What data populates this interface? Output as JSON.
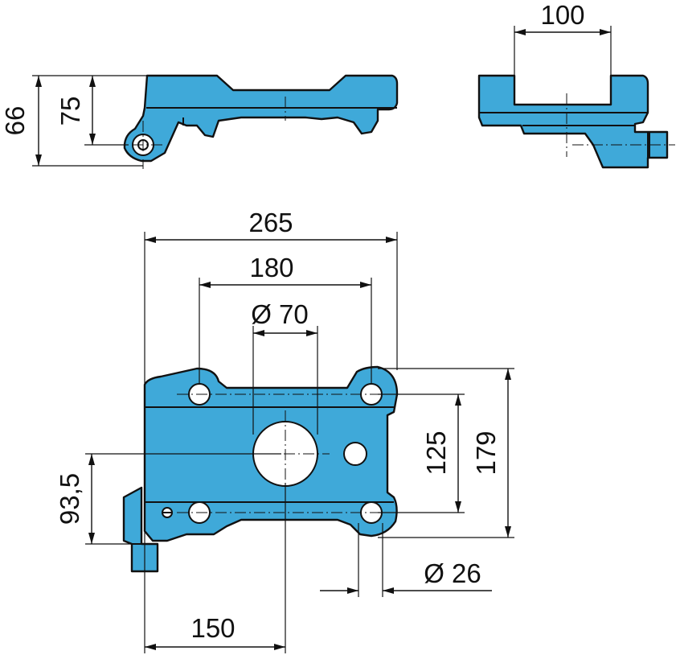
{
  "dimensions": {
    "side_view": {
      "height_outer": "66",
      "height_inner": "75"
    },
    "end_view": {
      "width": "100"
    },
    "plan_view": {
      "overall_width": "265",
      "hole_spacing": "180",
      "center_bore": "Ø 70",
      "vertical_hole_spacing": "125",
      "overall_height": "179",
      "offset_height": "93,5",
      "bolt_hole": "Ø 26",
      "offset_width": "150"
    }
  },
  "colors": {
    "part_fill": "#3fa9d9",
    "line": "#111111",
    "background": "#ffffff"
  }
}
